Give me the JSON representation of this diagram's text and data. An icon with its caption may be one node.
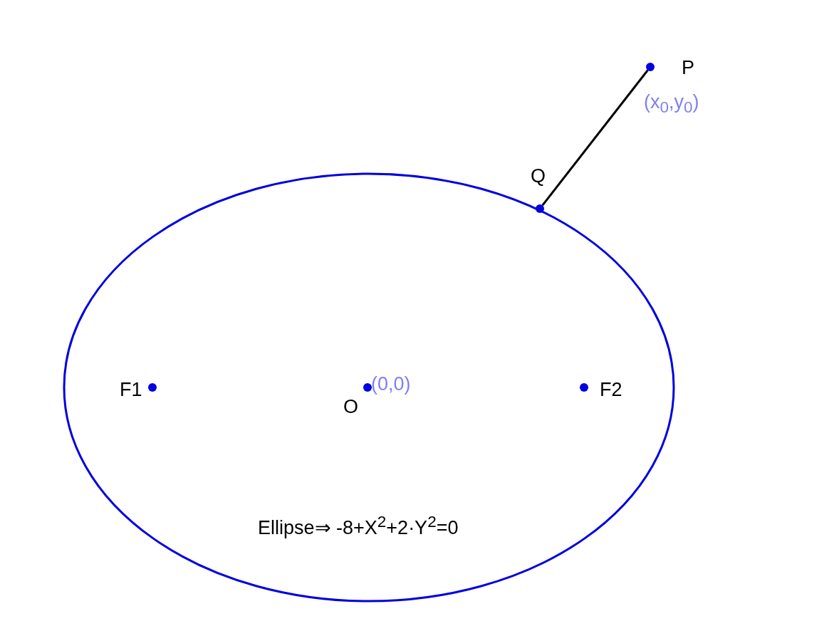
{
  "diagram": {
    "nodes": [
      {
        "text": [
          "Ellipse⇒ -8+X$^{2}$+2·Y$^{2}$=0"
        ]
      },
      {
        "text": [
          "P"
        ],
        "beside": [
          "(x$_{0}$,y$_{0}$)"
        ]
      },
      {
        "text": [
          "Q"
        ]
      },
      {
        "text": [
          "F1"
        ],
        "in": 0
      },
      {
        "text": [
          "O"
        ],
        "beside": [
          "(0,0)"
        ],
        "in": 0
      },
      {
        "text": [
          "F2"
        ],
        "in": 0
      }
    ],
    "edges": [
      {
        "from": 1,
        "to": 2,
        "arrow": "none"
      }
    ]
  }
}
